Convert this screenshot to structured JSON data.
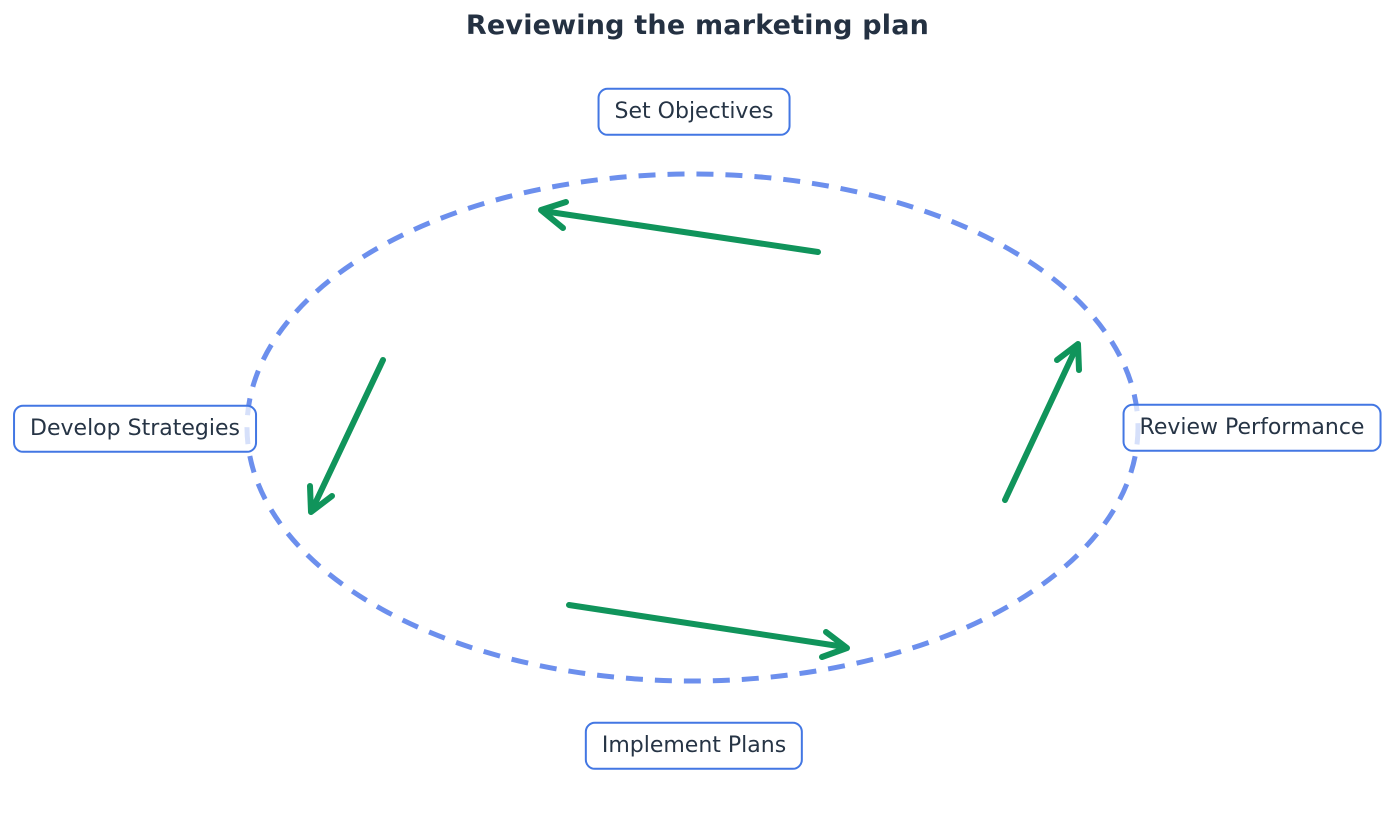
{
  "title": "Reviewing the marketing plan",
  "colors": {
    "background": "#ffffff",
    "title_text": "#243142",
    "node_text": "#263445",
    "node_border": "#4377E3",
    "ellipse_stroke": "#6C8FED",
    "arrow_stroke": "#10945B"
  },
  "cycle": {
    "shape": "dashed-ellipse",
    "flow": "counter-clockwise",
    "nodes": [
      {
        "id": "set-objectives",
        "label": "Set Objectives",
        "position": "top"
      },
      {
        "id": "develop-strategies",
        "label": "Develop Strategies",
        "position": "left"
      },
      {
        "id": "implement-plans",
        "label": "Implement Plans",
        "position": "bottom"
      },
      {
        "id": "review-performance",
        "label": "Review Performance",
        "position": "right"
      }
    ],
    "edges": [
      {
        "from": "Set Objectives",
        "to": "Develop Strategies",
        "arrow_direction": "down-left"
      },
      {
        "from": "Develop Strategies",
        "to": "Implement Plans",
        "arrow_direction": "right"
      },
      {
        "from": "Implement Plans",
        "to": "Review Performance",
        "arrow_direction": "up-right"
      },
      {
        "from": "Review Performance",
        "to": "Set Objectives",
        "arrow_direction": "left"
      }
    ]
  }
}
